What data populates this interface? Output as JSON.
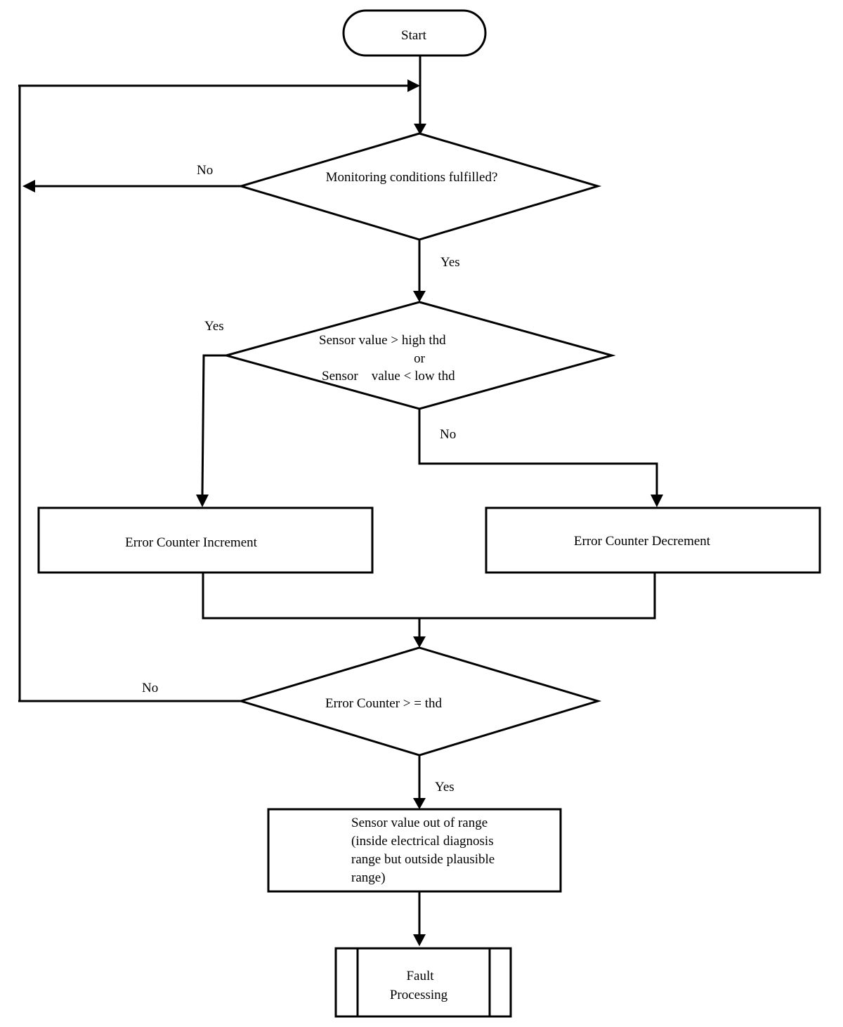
{
  "nodes": {
    "start": "Start",
    "monitoring": "Monitoring  conditions fulfilled?",
    "sensor_check": {
      "line1": "Sensor value > high thd",
      "line2": "or",
      "line3": "Sensor    value < low thd"
    },
    "increment": "Error Counter Increment",
    "decrement": "Error Counter Decrement",
    "counter_check": "Error Counter > = thd",
    "out_of_range": {
      "line1": "Sensor value out of range",
      "line2": "(inside electrical diagnosis",
      "line3": "range but outside plausible",
      "line4": "range)"
    },
    "fault": {
      "line1": "Fault",
      "line2": "Processing"
    }
  },
  "edge_labels": {
    "monitoring_no": "No",
    "monitoring_yes": "Yes",
    "sensor_yes": "Yes",
    "sensor_no": "No",
    "counter_no": "No",
    "counter_yes": "Yes"
  }
}
